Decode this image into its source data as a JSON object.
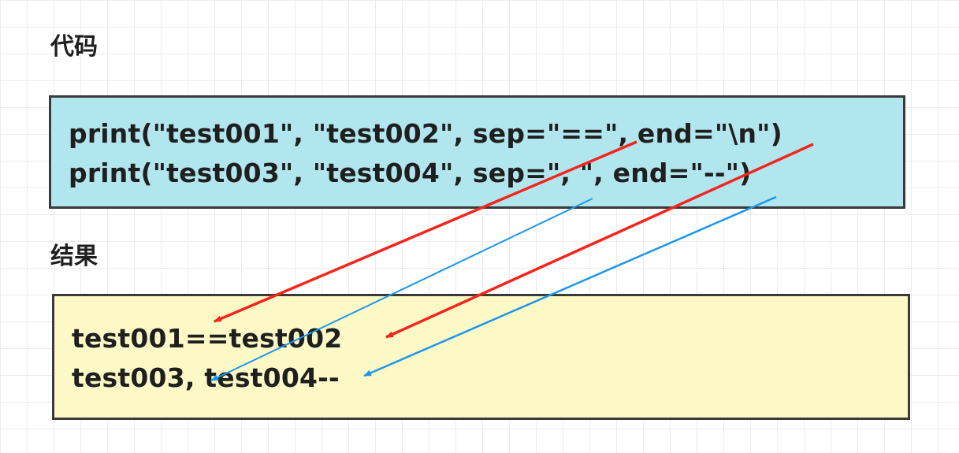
{
  "headings": {
    "code": "代码",
    "result": "结果"
  },
  "code_box": {
    "lines": [
      "print(\"test001\", \"test002\", sep=\"==\", end=\"\\n\")",
      "print(\"test003\", \"test004\", sep=\", \", end=\"--\")"
    ],
    "background": "#b2e6ee"
  },
  "result_box": {
    "lines": [
      "test001==test002",
      "test003, test004--"
    ],
    "background": "#fdf9c6"
  },
  "arrow_colors": {
    "red": "#f2261c",
    "blue": "#1e96ea"
  }
}
